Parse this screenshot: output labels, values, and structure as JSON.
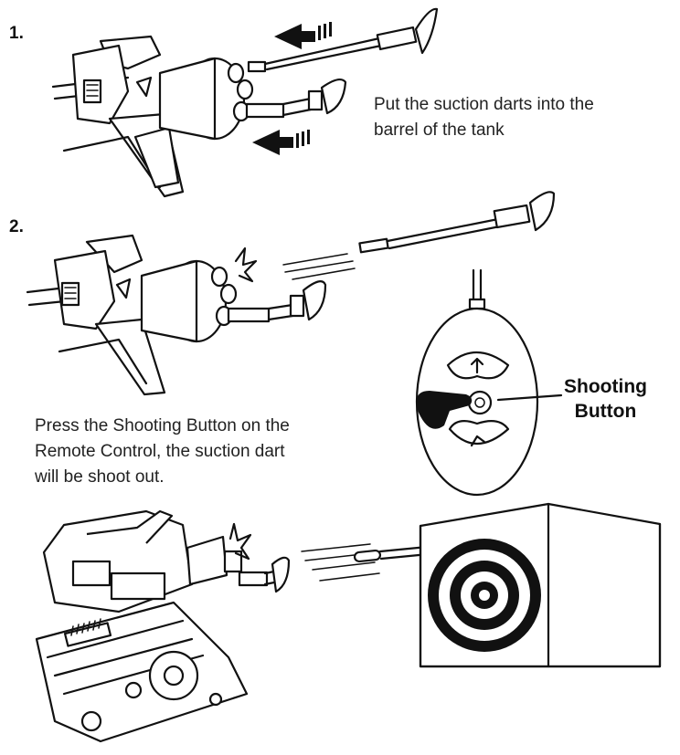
{
  "steps": [
    {
      "number": "1.",
      "text_lines": [
        "Put the suction darts into the",
        "barrel of the tank"
      ]
    },
    {
      "number": "2.",
      "text_lines": [
        "Press the Shooting Button on the",
        "Remote Control, the suction dart",
        "will be shoot out."
      ]
    }
  ],
  "callout": {
    "lines": [
      "Shooting",
      "Button"
    ]
  }
}
